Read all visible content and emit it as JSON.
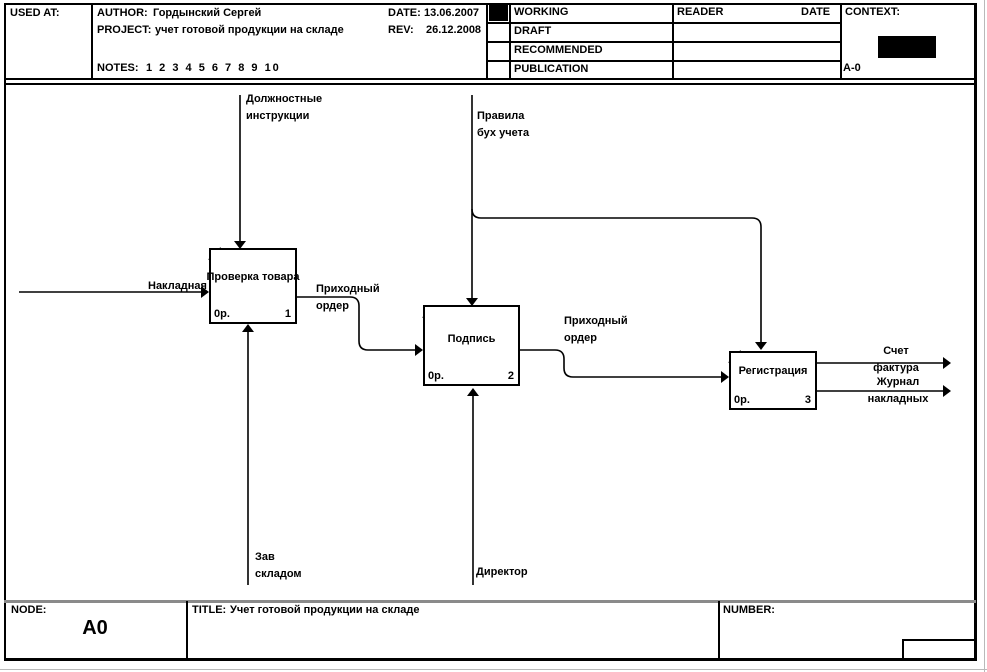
{
  "header": {
    "used_at_label": "USED AT:",
    "author_label": "AUTHOR:",
    "author_value": "Гордынский Сергей",
    "project_label": "PROJECT:",
    "project_value": "учет готовой продукции на складе",
    "notes_label": "NOTES:",
    "notes_value": "1 2 3 4 5 6 7 8 9 10",
    "date_label": "DATE:",
    "date_value": "13.06.2007",
    "rev_label": "REV:",
    "rev_value": "26.12.2008",
    "status_rows": [
      "WORKING",
      "DRAFT",
      "RECOMMENDED",
      "PUBLICATION"
    ],
    "reader_label": "READER",
    "reader_date_label": "DATE",
    "context_label": "CONTEXT:",
    "context_node_ref": "A-0"
  },
  "diagram": {
    "boxes": [
      {
        "name": "Проверка товара",
        "cost": "0р.",
        "number": "1"
      },
      {
        "name": "Подпись",
        "cost": "0р.",
        "number": "2"
      },
      {
        "name": "Регистрация",
        "cost": "0р.",
        "number": "3"
      }
    ],
    "arrow_labels": {
      "control_check": "Должностные\nинструкции",
      "control_rules": "Правила\nбух учета",
      "input_invoice": "Накладная",
      "output_order_1": "Приходный\nордер",
      "output_order_2": "Приходный\nордер",
      "output_invoice_facture": "Счет\nфактура",
      "output_journal": "Журнал\nнакладных",
      "mechanism_storekeeper": "Зав\nскладом",
      "mechanism_director": "Директор"
    }
  },
  "footer": {
    "node_label": "NODE:",
    "node_value": "A0",
    "title_label": "TITLE:",
    "title_value": "Учет готовой продукции на складе",
    "number_label": "NUMBER:"
  }
}
